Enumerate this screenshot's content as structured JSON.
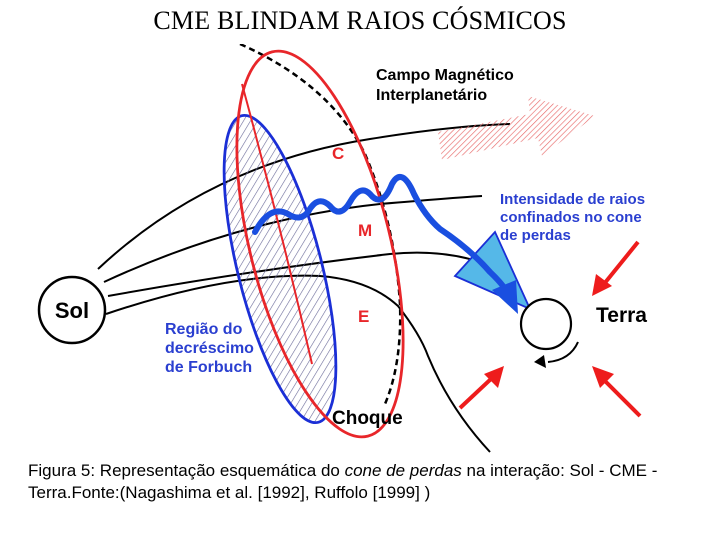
{
  "title": "CME BLINDAM RAIOS CÓSMICOS",
  "diagram": {
    "label_sun": "Sol",
    "label_earth": "Terra",
    "label_imf_line1": "Campo Magnético",
    "label_imf_line2": "Interplanetário",
    "label_c": "C",
    "label_m": "M",
    "label_e": "E",
    "label_cone_line1": "Intensidade de raios",
    "label_cone_line2": "confinados no cone",
    "label_cone_line3": "de perdas",
    "label_forbush_line1": "Região do",
    "label_forbush_line2": "decréscimo",
    "label_forbush_line3": "de Forbuch",
    "label_shock": "Choque"
  },
  "colors": {
    "ellipse_red": "#e8262a",
    "ellipse_blue": "#1b2fd6",
    "path_blue": "#1a4fe0",
    "cone_fill": "#55b8e8",
    "arrow_red": "#ee1c1c",
    "label_blue": "#2a3fd0",
    "text_black": "#000000"
  },
  "caption": {
    "prefix": "Figura 5: Representação esquemática do ",
    "italic": "cone de perdas",
    "suffix": " na interação: Sol - CME  - Terra.Fonte:(Nagashima et al. [1992], Ruffolo [1999]  )"
  }
}
